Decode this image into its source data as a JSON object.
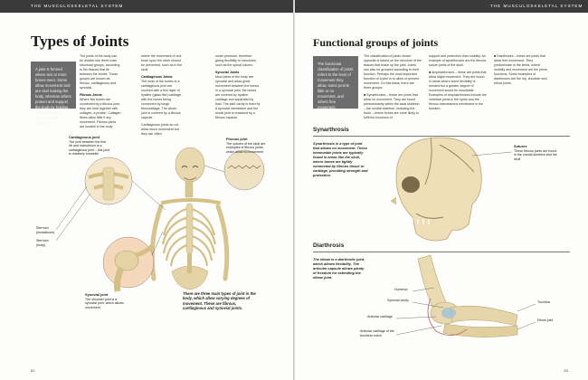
{
  "running_head": "THE MUSCULOSKELETAL SYSTEM",
  "left_page": {
    "title": "Types of Joints",
    "intro": "A joint is formed where two or more bones meet. Some allow movement and are vital making the body, whereas others protect and support the body by holding the bones rigid against each another.",
    "col1": [
      {
        "text": "The joints of the body can be divided into three main structural groups, according to the tissues that lie between the bones. These groups are known as fibrous, cartilaginous and synovial."
      },
      {
        "heading": "Fibrous Joints",
        "text": "Where two bones are connected by a fibrous joint, they are held together with collagen, a protein. Collagen fibres allow little if any movement. Fibrous joints are located in the body"
      }
    ],
    "col2": [
      {
        "text": "where the movement of one bone upon the other should be prevented, such as in the skull."
      },
      {
        "heading": "Cartilaginous Joints",
        "text": "The ends of the bones in a cartilaginous joint are covered with a thin layer of hyaline (glass like) cartilage, with the bones being connected by tough fibrocartilage. The whole joint is covered by a fibrous capsule."
      },
      {
        "text": "Cartilaginous joints do not allow much movement but they are 'often'"
      }
    ],
    "col3": [
      {
        "text": "under pressure, therefore giving flexibility to structures such as the spinal column."
      },
      {
        "heading": "Synovial Joints",
        "text": "Most joints of the body are synovial and allow great movement between the bones. In a synovial joint, the bones are covered by hyaline cartilage and separated by fluid. The joint cavity is lined by a synovial membrane and the whole joint is enclosed by a fibrous capsule."
      }
    ],
    "labels": {
      "cartilaginous": {
        "title": "Cartilaginous joint",
        "text": "The joint between the first rib and manubrium is a cartilaginous joint – this joint is relatively immobile"
      },
      "fibrous": {
        "title": "Fibrous joint",
        "text": "The sutures of the skull are examples of fibrous joints, which allow no movement"
      },
      "sternum": "Sternum (breastbone)",
      "sternum_body": "Sternum (body)",
      "synovial": {
        "title": "Synovial joint",
        "text": "The shoulder joint is a synovial joint, which allows movement"
      }
    },
    "caption": "There are three main types of joint in the body, which allow varying degrees of movement. These are fibrous, cartilaginous and synovial joints.",
    "page_number": "62"
  },
  "right_page": {
    "title": "Functional groups of joints",
    "intro": "The functional classification of joints refers to the level of movement they allow, some permit little or no movement, and others free movement.",
    "col1": [
      {
        "text": "The classification of joints shown opposite is based on the structure of the tissues that make up the joint. Joints can also be grouped according to their function. Perhaps the most important function of a joint is to allow or prevent movement. On this basis, there are three groups:"
      },
      {
        "text": "■ Synarthroses – these are joints that allow no movement. They are found predominantly within the axial skeleton – the central skeleton, including the trunk – where bones are more likely to fulfil the functions of"
      }
    ],
    "col2": [
      {
        "text": "support and protection than mobility. An example of synarthroses are the fibrous suture joints of the skull."
      },
      {
        "text": "■ Amphiarthroses – these are joints that allow slight movement. They are found in areas where some flexibility is needed but a greater degree of movement would be unsuitable. Examples of amphiarthroses include the vertebral joints in the spine and the fibrous interosseous membrane in the forearm."
      }
    ],
    "col3": [
      {
        "text": "■ Diarthroses – these are joints that allow free movement. They predominate in the limbs, where mobility and movement are the prime functions. Some examples of diarthroses are the hip, shoulder and elbow joints."
      }
    ],
    "synarthrosis": {
      "heading": "Synarthrosis",
      "desc": "Synarthrosis is a type of joint that allows no movement. These immovable joints are typically found in areas like the skull, where bones are tightly connected by fibrous tissue or cartilage, providing strength and protection.",
      "label_title": "Sutures",
      "label_text": "These fibrous joints are found in the cranial skeleton and the skull"
    },
    "diarthrosis": {
      "heading": "Diarthrosis",
      "desc": "The elbow is a diarthrotic joint, which allows flexibility. The articular capsule allows plenty of freedom for extending the elbow joint.",
      "labels": {
        "humerus": "Humerus",
        "synovial_cavity": "Synovial cavity",
        "articular_cartilage": "Articular cartilage",
        "membrane": "Articular cartilage of the trochlear notch",
        "trochlea": "Trochlea",
        "ulna": "Elbow joint"
      }
    },
    "page_number": "63"
  },
  "colors": {
    "runhead": "#3a3a3a",
    "intro_box": "#6c6c6c",
    "bone": "#e8d9b0",
    "bone_dark": "#c9b37a",
    "flesh": "#f1c9a4",
    "cartilage": "#9fc2d8"
  }
}
